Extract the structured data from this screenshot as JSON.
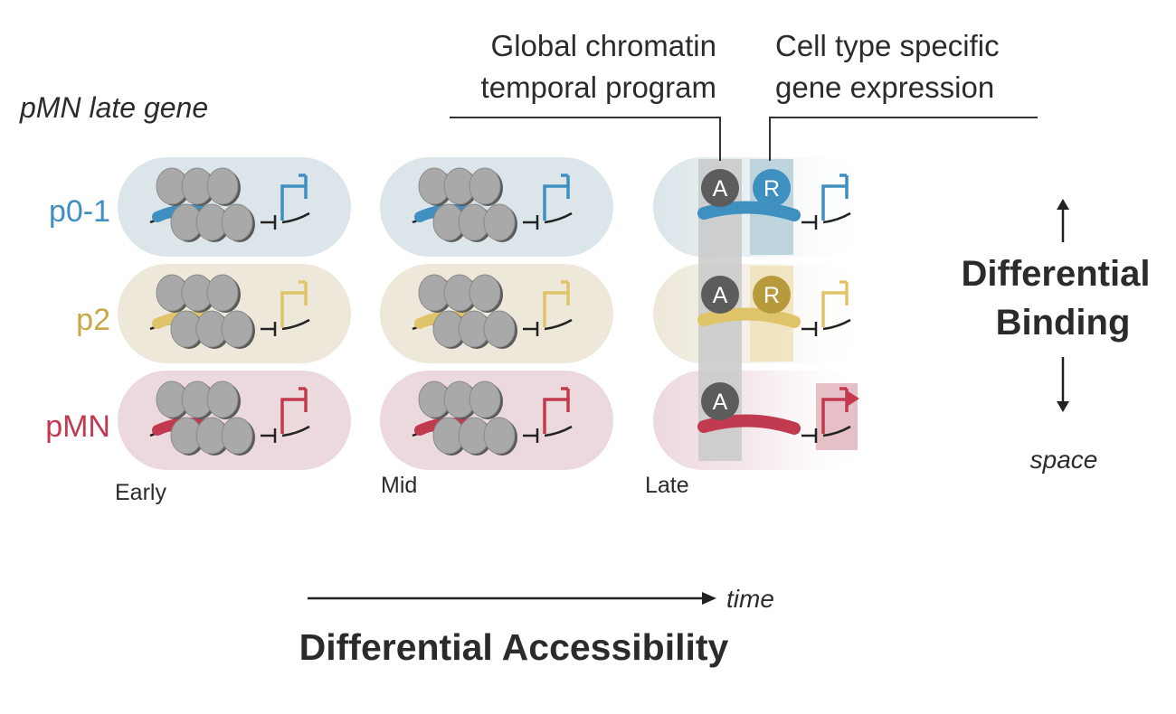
{
  "diagram": {
    "gene_title": "pMN late gene",
    "annotation_global": [
      "Global chromatin",
      "temporal program"
    ],
    "annotation_celltype": [
      "Cell type specific",
      "gene expression"
    ],
    "rows": [
      {
        "label": "p0-1",
        "color": "#3f8fc0",
        "bg": "#dce6ea",
        "late_factor": "R",
        "late_factor_color": "#3f8fc0",
        "late_box": "#b8d0da",
        "active": false
      },
      {
        "label": "p2",
        "color": "#e0c46a",
        "bg": "#ede8d9",
        "late_factor": "R",
        "late_factor_color": "#b69a3c",
        "late_box": "#f1e2bb",
        "active": false
      },
      {
        "label": "pMN",
        "color": "#c23a4f",
        "bg": "#ecd9de",
        "late_factor": "",
        "late_factor_color": "",
        "late_box": "#e6bfc7",
        "active": true
      }
    ],
    "stages": [
      "Early",
      "Mid",
      "Late"
    ],
    "activator_label": "A",
    "activator_color": "#5c5c5c",
    "activator_band": "#c9c9c9",
    "nucleosome_color": "#a9a9a9",
    "right_axis": {
      "title": [
        "Differential",
        "Binding"
      ],
      "sublabel": "space"
    },
    "bottom_axis": {
      "title": "Differential Accessibility",
      "arrow_label": "time"
    }
  }
}
